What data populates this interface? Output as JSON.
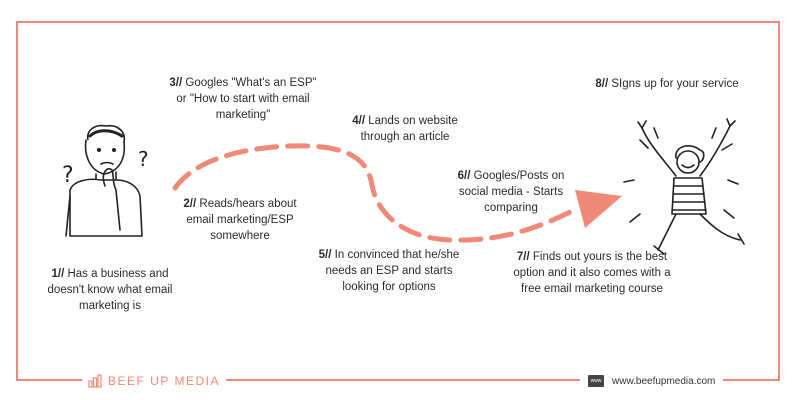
{
  "steps": [
    {
      "num": "1//",
      "text": "Has a business and doesn't know what email marketing is"
    },
    {
      "num": "2//",
      "text": "Reads/hears about email marketing/ESP somewhere"
    },
    {
      "num": "3//",
      "text": "Googles \"What's an ESP\" or \"How to start with email marketing\""
    },
    {
      "num": "4//",
      "text": "Lands on website through an article"
    },
    {
      "num": "5//",
      "text": "In convinced that he/she needs an ESP and starts looking for options"
    },
    {
      "num": "6//",
      "text": "Googles/Posts on social media - Starts comparing"
    },
    {
      "num": "7//",
      "text": "Finds out yours is the best option and it also comes with a free email marketing course"
    },
    {
      "num": "8//",
      "text": "SIgns up for your service"
    }
  ],
  "footer": {
    "brand": "BEEF UP MEDIA",
    "www_badge": "www",
    "url": "www.beefupmedia.com"
  },
  "colors": {
    "accent": "#ee8a77",
    "text": "#2b2b2b"
  }
}
